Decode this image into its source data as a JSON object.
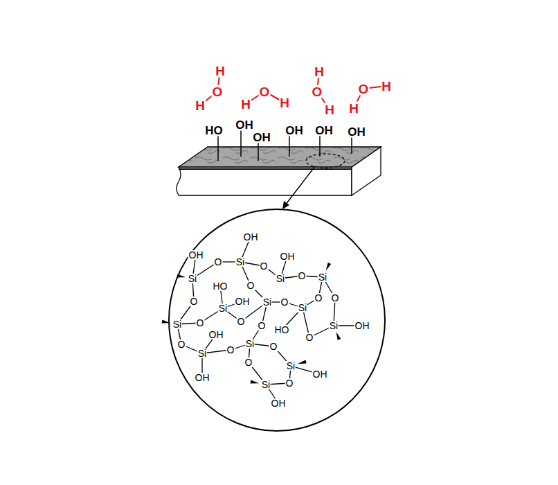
{
  "diagram": {
    "labels": [
      "H",
      "O",
      "H",
      "H",
      "O",
      "H",
      "H",
      "O",
      "H",
      "H",
      "O",
      "H",
      "HO",
      "OH",
      "OH",
      "OH",
      "OH",
      "OH",
      "OH",
      "OH",
      "O",
      "Si",
      "O",
      "OH",
      "Si",
      "Si",
      "O",
      "Si",
      "HO",
      "O",
      "OH",
      "Si",
      "Si",
      "O",
      "Si",
      "O",
      "O",
      "O",
      "Si",
      "O",
      "O",
      "O",
      "O",
      "Si",
      "OH",
      "O",
      "Si",
      "O",
      "OH",
      "HO",
      "O",
      "Si",
      "OH",
      "Si",
      "OH",
      "O",
      "Si",
      "O",
      "OH"
    ]
  }
}
